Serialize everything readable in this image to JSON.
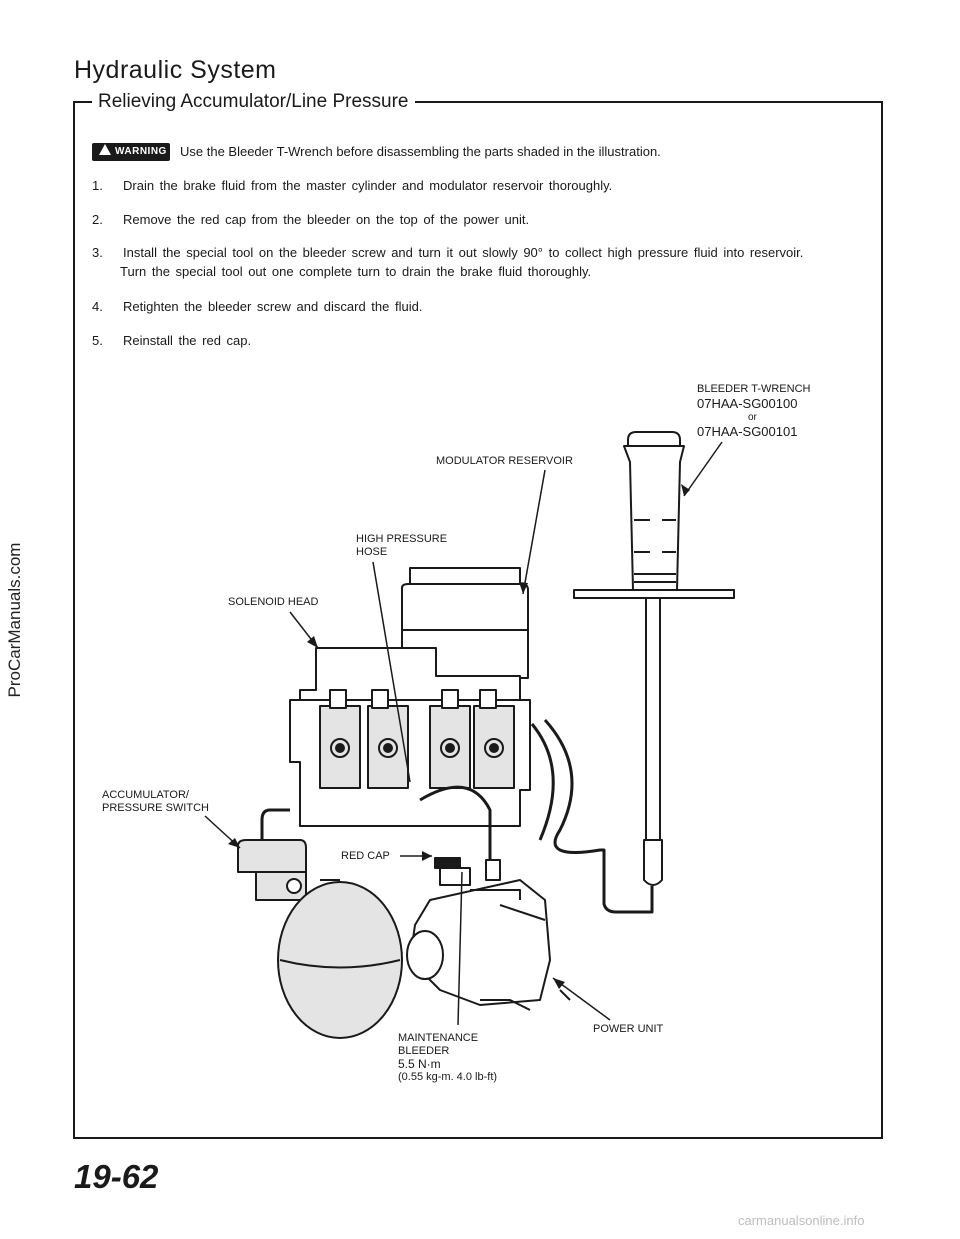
{
  "page": {
    "title": "Hydraulic System",
    "section_title": "Relieving Accumulator/Line Pressure",
    "page_number": "19-62",
    "side_watermark": "ProCarManuals.com",
    "footer_watermark": "carmanualsonline.info"
  },
  "warning": {
    "label": "WARNING",
    "text": "Use the Bleeder T-Wrench before disassembling the parts shaded in the illustration."
  },
  "steps": [
    {
      "num": "1.",
      "text": "Drain the brake fluid from the master cylinder and modulator reservoir thoroughly."
    },
    {
      "num": "2.",
      "text": "Remove the red cap from the bleeder on the top of the power unit."
    },
    {
      "num": "3.",
      "text": "Install the special tool on the bleeder screw and turn it out slowly 90° to collect high pressure fluid into reservoir.",
      "cont": "Turn the special tool out one complete turn to drain the brake fluid thoroughly."
    },
    {
      "num": "4.",
      "text": "Retighten the bleeder screw and discard the fluid."
    },
    {
      "num": "5.",
      "text": "Reinstall the red cap."
    }
  ],
  "labels": {
    "bleeder_tool": "BLEEDER T-WRENCH",
    "tool_code_1": "07HAA-SG00100",
    "tool_or": "or",
    "tool_code_2": "07HAA-SG00101",
    "modulator_reservoir": "MODULATOR RESERVOIR",
    "high_pressure_hose_1": "HIGH PRESSURE",
    "high_pressure_hose_2": "HOSE",
    "solenoid_head": "SOLENOID HEAD",
    "accumulator_1": "ACCUMULATOR/",
    "accumulator_2": "PRESSURE SWITCH",
    "red_cap": "RED CAP",
    "maintenance_bleeder_1": "MAINTENANCE",
    "maintenance_bleeder_2": "BLEEDER",
    "torque": "5.5 N·m",
    "torque_alt": "(0.55 kg-m. 4.0 lb-ft)",
    "power_unit": "POWER UNIT"
  }
}
